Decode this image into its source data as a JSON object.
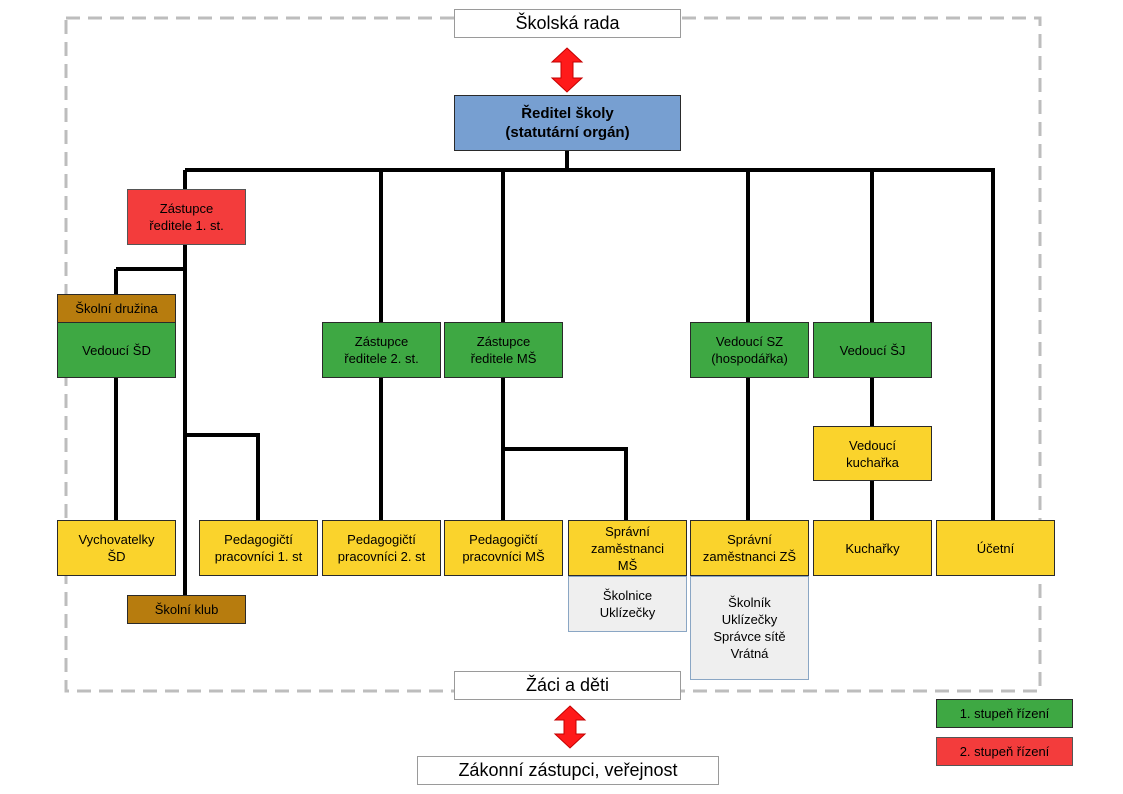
{
  "top": {
    "school_board": "Školská rada"
  },
  "director": {
    "line1": "Ředitel školy",
    "line2": "(statutární orgán)"
  },
  "deputy1": {
    "line1": "Zástupce",
    "line2": "ředitele 1. st."
  },
  "school_club_group": {
    "label": "Školní družina"
  },
  "head_sd": {
    "label": "Vedoucí ŠD"
  },
  "deputy2": {
    "line1": "Zástupce",
    "line2": "ředitele 2. st."
  },
  "deputy_ms": {
    "line1": "Zástupce",
    "line2": "ředitele MŠ"
  },
  "head_sz": {
    "line1": "Vedoucí SZ",
    "line2": "(hospodářka)"
  },
  "head_sj": {
    "label": "Vedoucí ŠJ"
  },
  "head_cook": {
    "line1": "Vedoucí",
    "line2": "kuchařka"
  },
  "bottom_row": {
    "educators_sd": {
      "line1": "Vychovatelky",
      "line2": "ŠD"
    },
    "teachers_1": {
      "line1": "Pedagogičtí",
      "line2": "pracovníci 1. st"
    },
    "teachers_2": {
      "line1": "Pedagogičtí",
      "line2": "pracovníci 2. st"
    },
    "teachers_ms": {
      "line1": "Pedagogičtí",
      "line2": "pracovníci MŠ"
    },
    "admin_ms": {
      "line1": "Správní",
      "line2": "zaměstnanci",
      "line3": "MŠ"
    },
    "admin_zs": {
      "line1": "Správní",
      "line2": "zaměstnanci ZŠ"
    },
    "cooks": {
      "label": "Kuchařky"
    },
    "accountant": {
      "label": "Účetní"
    }
  },
  "school_club": {
    "label": "Školní klub"
  },
  "staff_ms": {
    "line1": "Školnice",
    "line2": "Uklízečky"
  },
  "staff_zs": {
    "line1": "Školník",
    "line2": "Uklízečky",
    "line3": "Správce sítě",
    "line4": "Vrátná"
  },
  "pupils": {
    "label": "Žáci a děti"
  },
  "public": {
    "label": "Zákonní zástupci, veřejnost"
  },
  "legend": {
    "level1": "1. stupeň řízení",
    "level2": "2. stupeň řízení",
    "level1_color": "#3ea843",
    "level2_color": "#f33c3c"
  },
  "colors": {
    "director": "#779fd1",
    "management": "#3ea843",
    "staff": "#fad32c",
    "units": "#b77c0e",
    "deputy": "#f33c3c",
    "arrows": "#ff1a1a"
  }
}
